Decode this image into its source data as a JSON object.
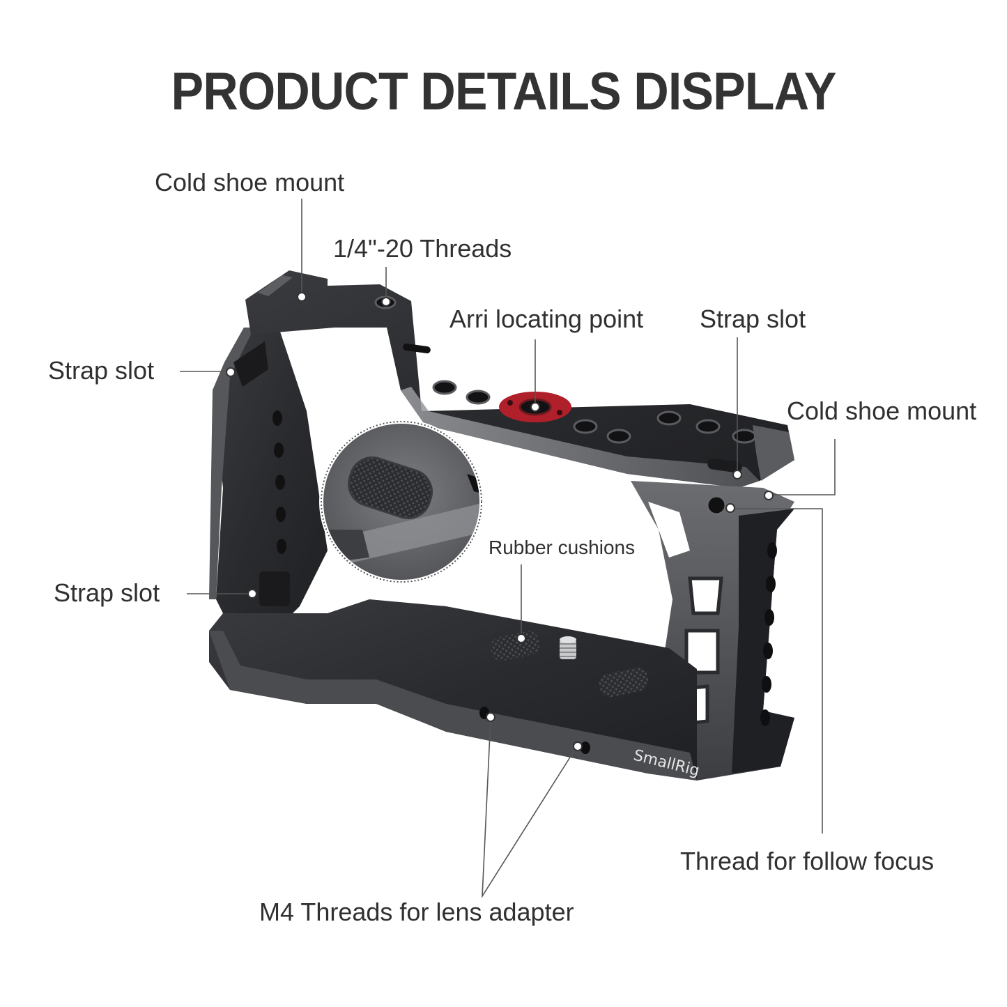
{
  "title": "PRODUCT DETAILS DISPLAY",
  "brand_mark": "SmallRig",
  "colors": {
    "text": "#303030",
    "cage_dark": "#2a2b2e",
    "cage_mid": "#4a4c50",
    "cage_light": "#8a8c90",
    "arri_accent": "#b0202a",
    "leader_line": "#555555",
    "background": "#ffffff"
  },
  "callouts": [
    {
      "id": "cold-shoe-top-left",
      "text": "Cold shoe mount"
    },
    {
      "id": "quarter-20-threads",
      "text": "1/4\"-20 Threads"
    },
    {
      "id": "arri-locating-point",
      "text": "Arri locating point"
    },
    {
      "id": "strap-slot-top-right",
      "text": "Strap slot"
    },
    {
      "id": "cold-shoe-right",
      "text": "Cold shoe mount"
    },
    {
      "id": "strap-slot-left-upper",
      "text": "Strap slot"
    },
    {
      "id": "strap-slot-left-lower",
      "text": "Strap slot"
    },
    {
      "id": "rubber-cushions",
      "text": "Rubber cushions"
    },
    {
      "id": "thread-follow-focus",
      "text": "Thread for follow focus"
    },
    {
      "id": "m4-threads",
      "text": "M4 Threads for lens adapter"
    }
  ],
  "inset": {
    "description": "magnified rubber cushion detail"
  }
}
